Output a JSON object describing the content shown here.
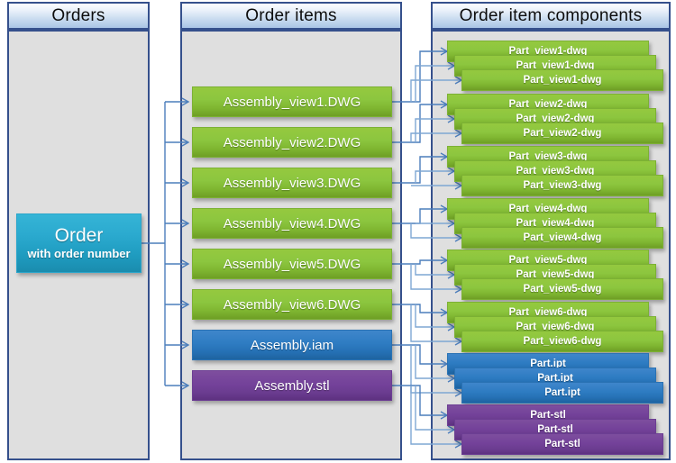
{
  "diagram": {
    "title": "Order structure diagram",
    "colors": {
      "green": "#8CC63F",
      "blue": "#2E7CC2",
      "purple": "#74429A",
      "cyan": "#2BAACF",
      "panel_border": "#35508C",
      "panel_fill": "#DFDFDF",
      "connector": "#4C7EBC"
    }
  },
  "panels": [
    {
      "id": "orders",
      "title": "Orders"
    },
    {
      "id": "order_items",
      "title": "Order items"
    },
    {
      "id": "components",
      "title": "Order item components"
    }
  ],
  "order": {
    "title": "Order",
    "subtitle": "with order number"
  },
  "order_items": [
    {
      "label": "Assembly_view1.DWG",
      "color": "green"
    },
    {
      "label": "Assembly_view2.DWG",
      "color": "green"
    },
    {
      "label": "Assembly_view3.DWG",
      "color": "green"
    },
    {
      "label": "Assembly_view4.DWG",
      "color": "green"
    },
    {
      "label": "Assembly_view5.DWG",
      "color": "green"
    },
    {
      "label": "Assembly_view6.DWG",
      "color": "green"
    },
    {
      "label": "Assembly.iam",
      "color": "blue"
    },
    {
      "label": "Assembly.stl",
      "color": "purple"
    }
  ],
  "component_groups": [
    {
      "color": "green",
      "items": [
        "Part_view1-dwg",
        "Part_view1-dwg",
        "Part_view1-dwg"
      ]
    },
    {
      "color": "green",
      "items": [
        "Part_view2-dwg",
        "Part_view2-dwg",
        "Part_view2-dwg"
      ]
    },
    {
      "color": "green",
      "items": [
        "Part_view3-dwg",
        "Part_view3-dwg",
        "Part_view3-dwg"
      ]
    },
    {
      "color": "green",
      "items": [
        "Part_view4-dwg",
        "Part_view4-dwg",
        "Part_view4-dwg"
      ]
    },
    {
      "color": "green",
      "items": [
        "Part_view5-dwg",
        "Part_view5-dwg",
        "Part_view5-dwg"
      ]
    },
    {
      "color": "green",
      "items": [
        "Part_view6-dwg",
        "Part_view6-dwg",
        "Part_view6-dwg"
      ]
    },
    {
      "color": "blue",
      "items": [
        "Part.ipt",
        "Part.ipt",
        "Part.ipt"
      ]
    },
    {
      "color": "purple",
      "items": [
        "Part-stl",
        "Part-stl",
        "Part-stl"
      ]
    }
  ]
}
